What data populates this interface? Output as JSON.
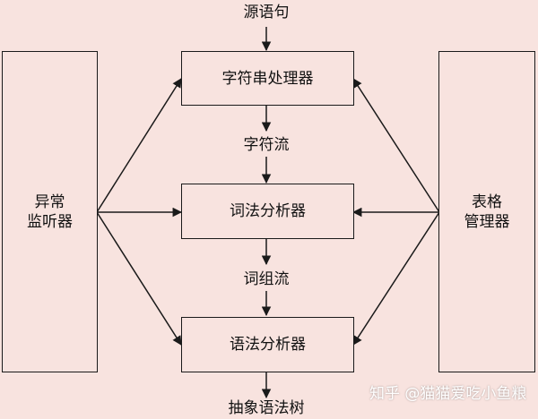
{
  "diagram": {
    "source_label": "源语句",
    "output_label": "抽象语法树",
    "stream_1_label": "字符流",
    "stream_2_label": "词组流",
    "boxes": {
      "string_processor": "字符串处理器",
      "lexical_analyzer": "词法分析器",
      "syntax_analyzer": "语法分析器",
      "exception_listener_line1": "异常",
      "exception_listener_line2": "监听器",
      "table_manager_line1": "表格",
      "table_manager_line2": "管理器"
    }
  },
  "watermark": "知乎 @猫猫爱吃小鱼粮",
  "colors": {
    "background": "#f8e3df",
    "stroke": "#1a1a1a",
    "watermark": "#ffffff"
  }
}
